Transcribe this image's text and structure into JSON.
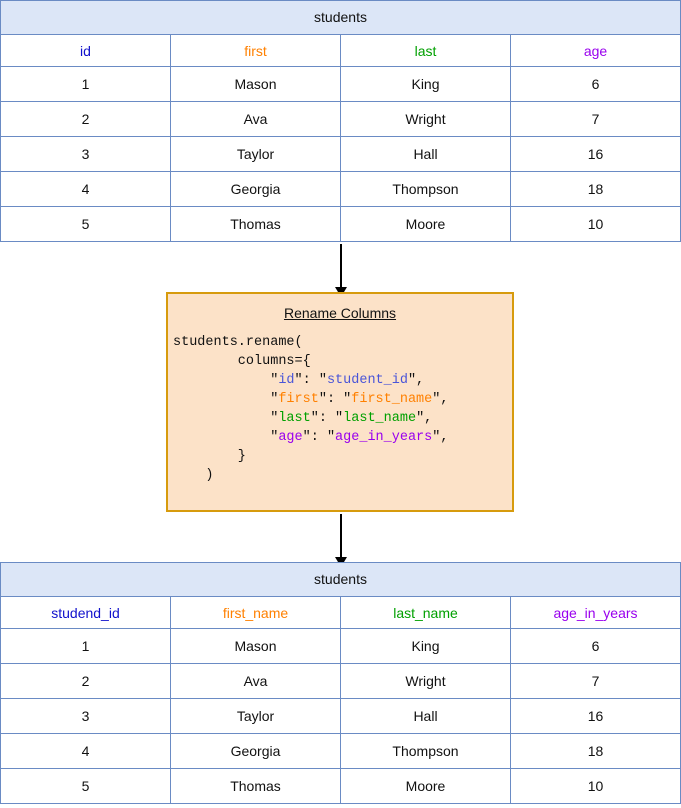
{
  "diagram": {
    "title": "Rename Columns pandas diagram",
    "colors": {
      "id": "#1111cc",
      "first": "#ff8000",
      "last": "#00a000",
      "age": "#9900ee",
      "table_border": "#6a8bc4",
      "table_title_bg": "#dce6f7",
      "codebox_bg": "#fce2c8",
      "codebox_border": "#d79b0d",
      "arrow": "#000000"
    }
  },
  "input_table": {
    "title": "students",
    "columns": [
      {
        "label": "id",
        "color_key": "id"
      },
      {
        "label": "first",
        "color_key": "first"
      },
      {
        "label": "last",
        "color_key": "last"
      },
      {
        "label": "age",
        "color_key": "age"
      }
    ],
    "rows": [
      [
        "1",
        "Mason",
        "King",
        "6"
      ],
      [
        "2",
        "Ava",
        "Wright",
        "7"
      ],
      [
        "3",
        "Taylor",
        "Hall",
        "16"
      ],
      [
        "4",
        "Georgia",
        "Thompson",
        "18"
      ],
      [
        "5",
        "Thomas",
        "Moore",
        "10"
      ]
    ]
  },
  "operation": {
    "title": "Rename Columns",
    "code_lines": [
      {
        "segments": [
          {
            "text": "students.rename(",
            "color_key": "plain"
          }
        ]
      },
      {
        "segments": [
          {
            "text": "        columns={",
            "color_key": "plain"
          }
        ]
      },
      {
        "segments": [
          {
            "text": "            \"",
            "color_key": "plain"
          },
          {
            "text": "id",
            "color_key": "id"
          },
          {
            "text": "\": \"",
            "color_key": "plain"
          },
          {
            "text": "student_id",
            "color_key": "id"
          },
          {
            "text": "\",",
            "color_key": "plain"
          }
        ]
      },
      {
        "segments": [
          {
            "text": "            \"",
            "color_key": "plain"
          },
          {
            "text": "first",
            "color_key": "first"
          },
          {
            "text": "\": \"",
            "color_key": "plain"
          },
          {
            "text": "first_name",
            "color_key": "first"
          },
          {
            "text": "\",",
            "color_key": "plain"
          }
        ]
      },
      {
        "segments": [
          {
            "text": "            \"",
            "color_key": "plain"
          },
          {
            "text": "last",
            "color_key": "last"
          },
          {
            "text": "\": \"",
            "color_key": "plain"
          },
          {
            "text": "last_name",
            "color_key": "last"
          },
          {
            "text": "\",",
            "color_key": "plain"
          }
        ]
      },
      {
        "segments": [
          {
            "text": "            \"",
            "color_key": "plain"
          },
          {
            "text": "age",
            "color_key": "age"
          },
          {
            "text": "\": \"",
            "color_key": "plain"
          },
          {
            "text": "age_in_years",
            "color_key": "age"
          },
          {
            "text": "\",",
            "color_key": "plain"
          }
        ]
      },
      {
        "segments": [
          {
            "text": "        }",
            "color_key": "plain"
          }
        ]
      },
      {
        "segments": [
          {
            "text": "    )",
            "color_key": "plain"
          }
        ]
      }
    ]
  },
  "output_table": {
    "title": "students",
    "columns": [
      {
        "label": "studend_id",
        "color_key": "id"
      },
      {
        "label": "first_name",
        "color_key": "first"
      },
      {
        "label": "last_name",
        "color_key": "last"
      },
      {
        "label": "age_in_years",
        "color_key": "age"
      }
    ],
    "rows": [
      [
        "1",
        "Mason",
        "King",
        "6"
      ],
      [
        "2",
        "Ava",
        "Wright",
        "7"
      ],
      [
        "3",
        "Taylor",
        "Hall",
        "16"
      ],
      [
        "4",
        "Georgia",
        "Thompson",
        "18"
      ],
      [
        "5",
        "Thomas",
        "Moore",
        "10"
      ]
    ]
  }
}
